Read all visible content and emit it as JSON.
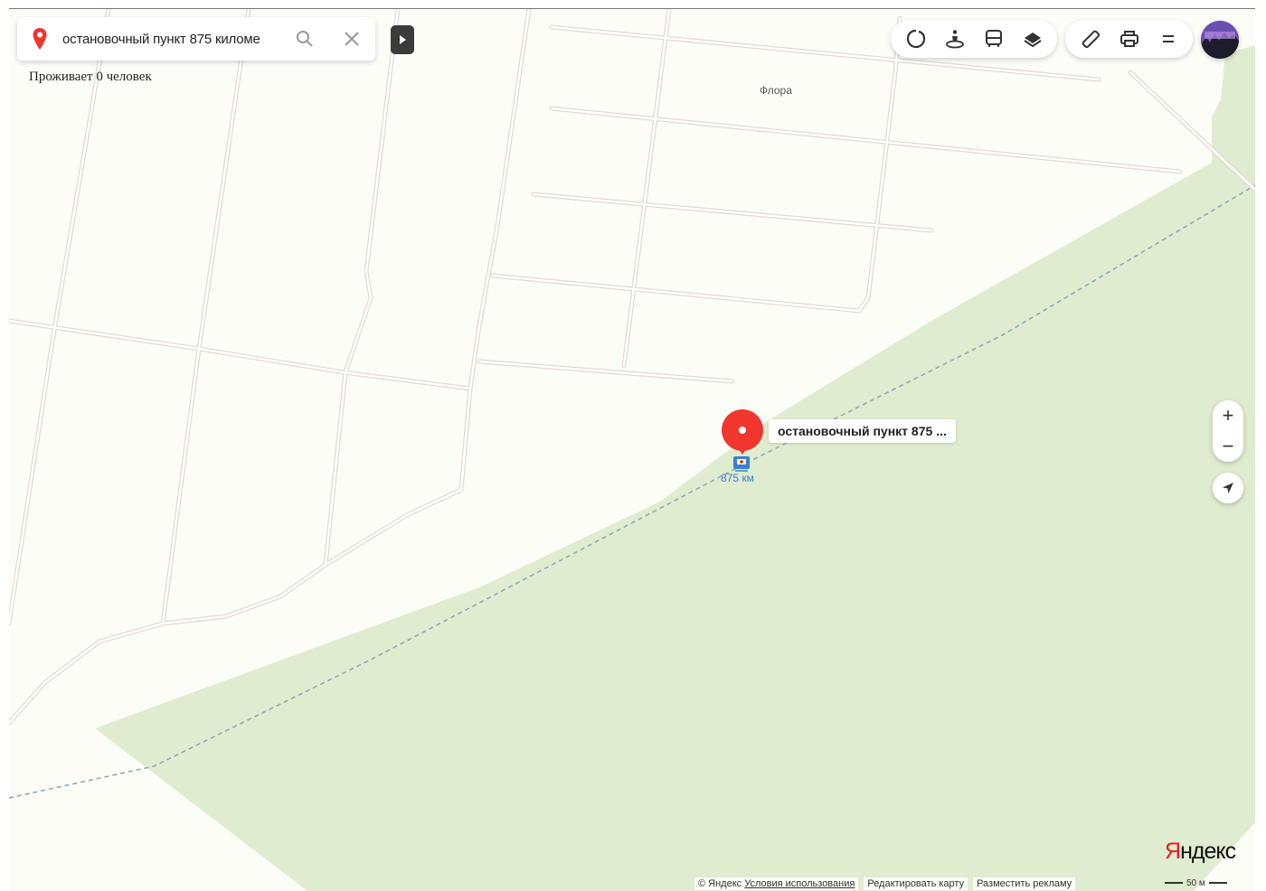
{
  "search": {
    "query": "остановочный пункт 875 киломе"
  },
  "info": {
    "population_text": "Проживает 0 человек"
  },
  "map": {
    "place_label": "Флора",
    "marker_label": "остановочный пункт 875 ...",
    "stop_label": "875 км"
  },
  "toolbar": {
    "left_icons": [
      "routes-icon",
      "panorama-icon",
      "transport-icon",
      "layers-icon"
    ],
    "right_icons": [
      "ruler-icon",
      "print-icon",
      "menu-icon"
    ]
  },
  "controls": {
    "zoom_in": "+",
    "zoom_out": "−"
  },
  "footer": {
    "copyright": "© Яндекс",
    "terms": "Условия использования",
    "edit_map": "Редактировать карту",
    "advertise": "Разместить рекламу",
    "scale": "50 м"
  },
  "branding": {
    "logo_first": "Я",
    "logo_rest": "ндекс"
  },
  "colors": {
    "land": "#fdfdf8",
    "forest": "#dfeccf",
    "road_fill": "#ffffff",
    "road_casing": "#e3d9d2",
    "railway": "#8fa9b8",
    "marker": "#f0362d",
    "stop_icon": "#3a7fd0"
  }
}
